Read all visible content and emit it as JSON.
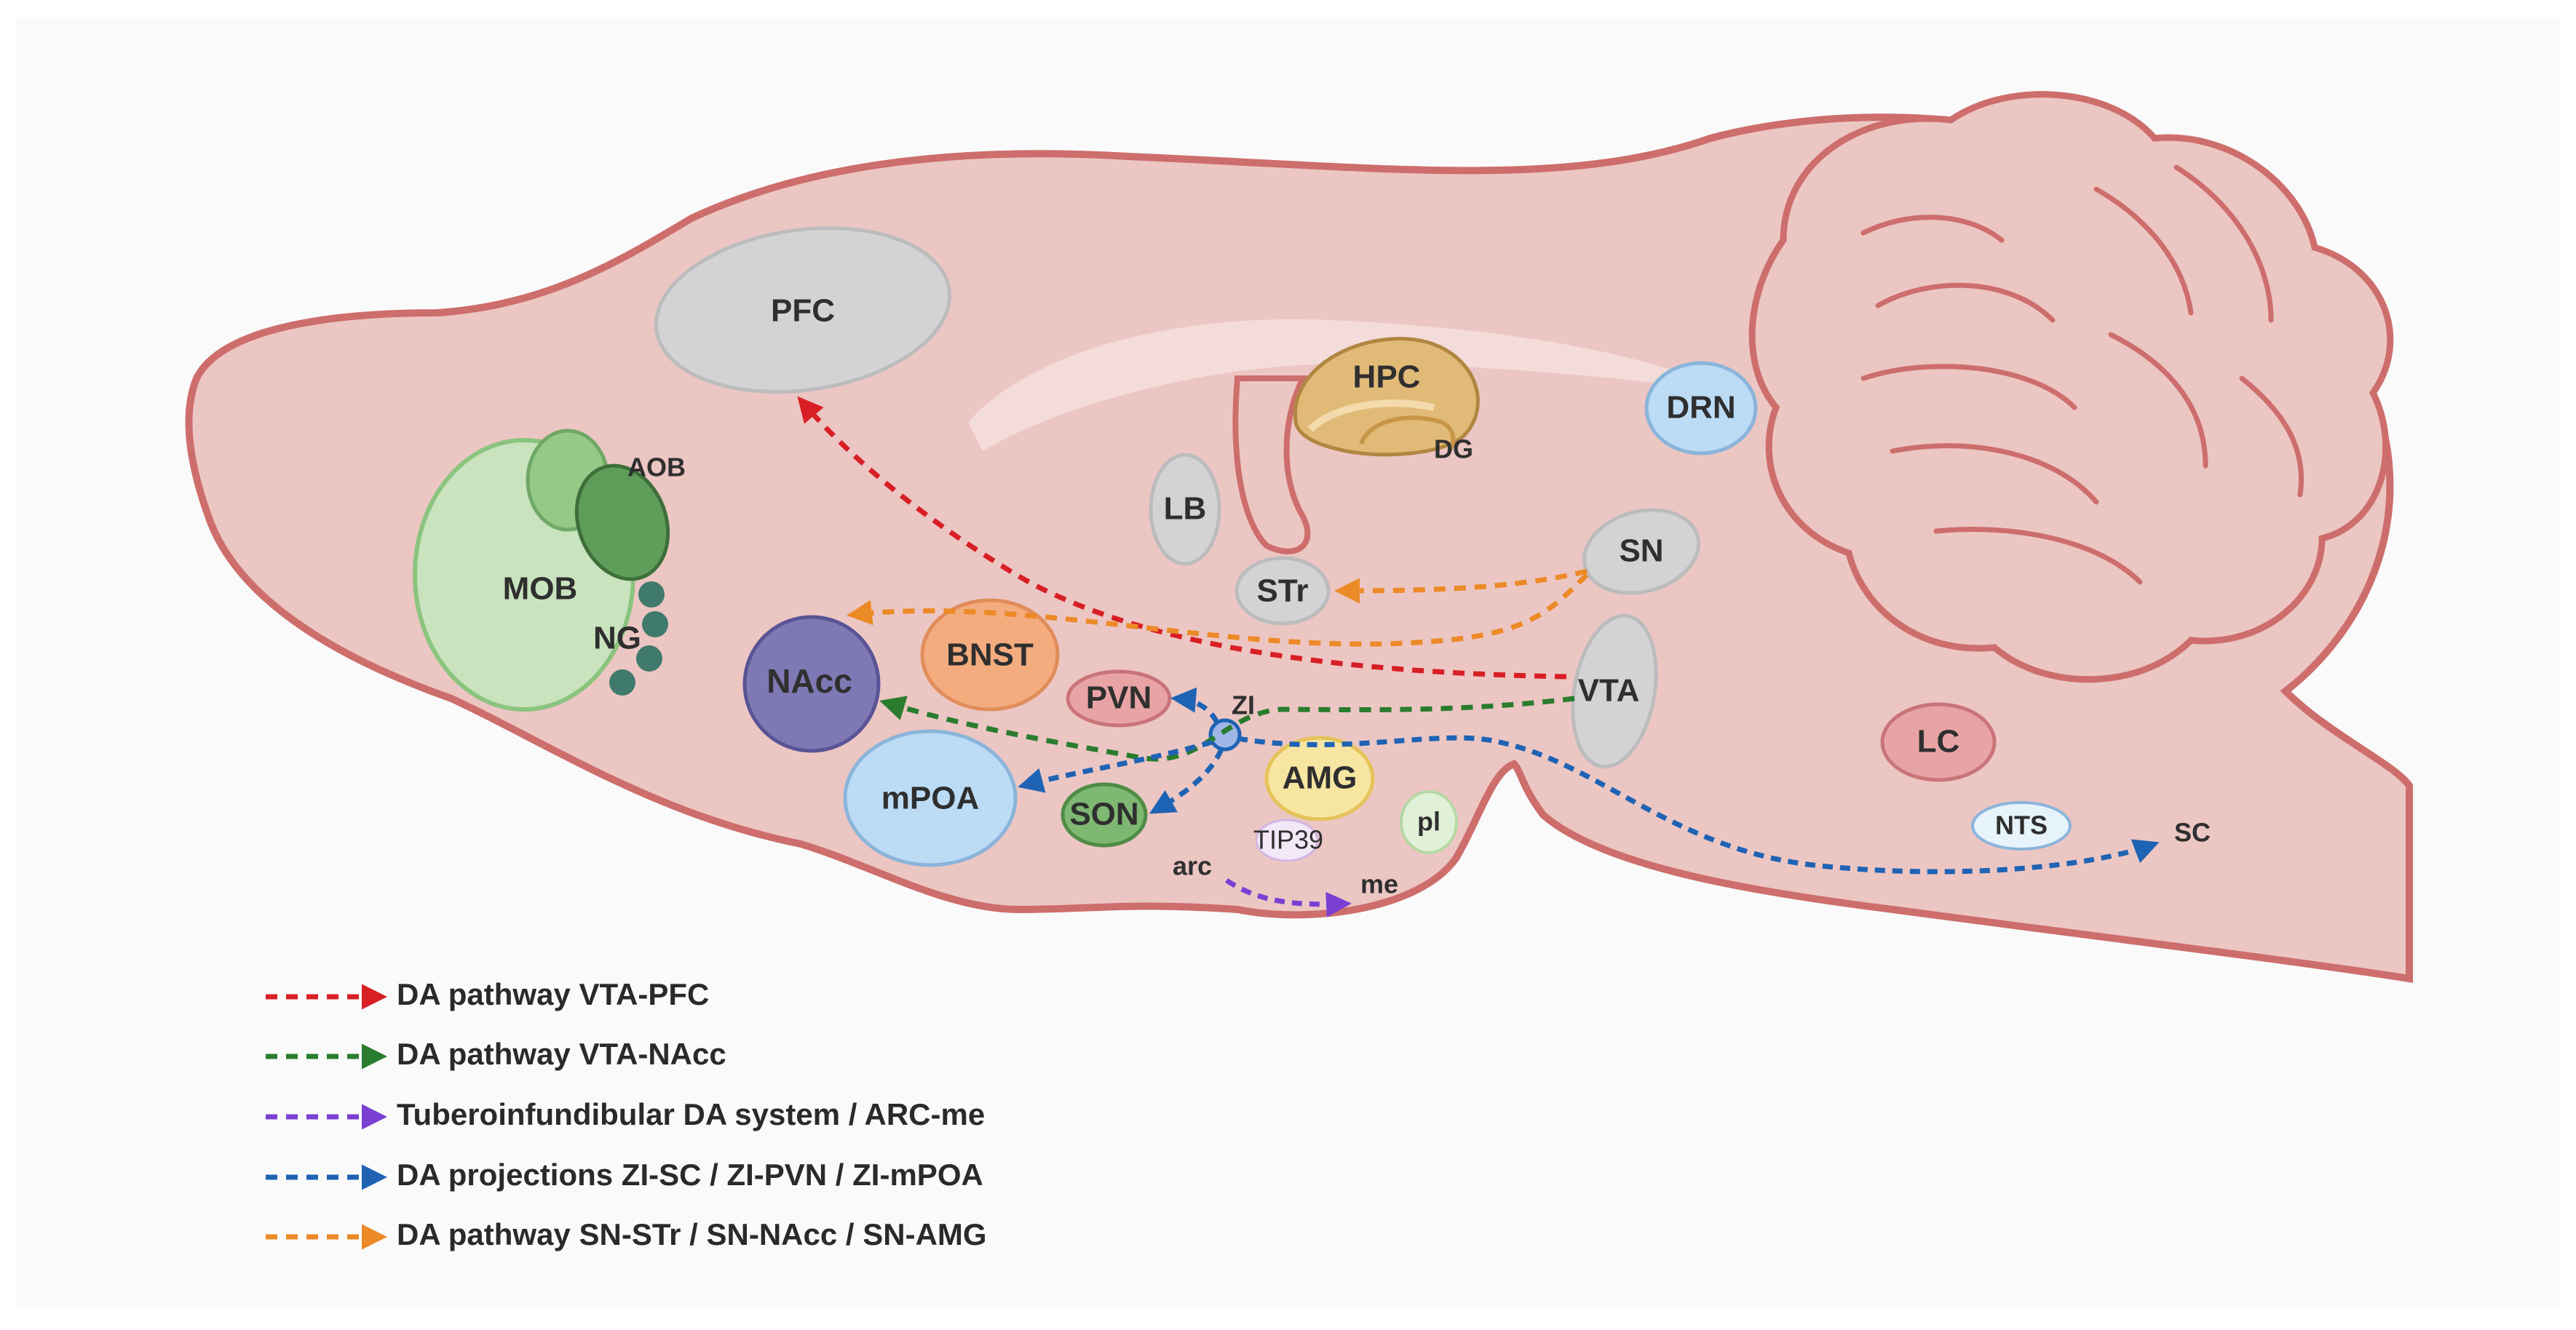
{
  "colors": {
    "brain_fill": "#ecc6c3",
    "brain_stroke": "#cd6e6c",
    "gray_region": "#d3d3d5",
    "gray_stroke": "#bcbcbf",
    "red": "#d81f26",
    "green": "#2a7d2e",
    "purple": "#7b3fd4",
    "blue": "#1f63b5",
    "orange": "#eb8a26"
  },
  "regions": {
    "pfc": "PFC",
    "hpc": "HPC",
    "dg": "DG",
    "drn": "DRN",
    "aob": "AOB",
    "mob": "MOB",
    "ng": "NG",
    "lb": "LB",
    "sn": "SN",
    "str": "STr",
    "nacc": "NAcc",
    "bnst": "BNST",
    "pvn": "PVN",
    "zi": "ZI",
    "vta": "VTA",
    "lc": "LC",
    "mpoa": "mPOA",
    "son": "SON",
    "amg": "AMG",
    "pl": "pl",
    "tip39": "TIP39",
    "nts": "NTS",
    "sc": "SC",
    "arc": "arc",
    "me": "me"
  },
  "legend": [
    {
      "label": "DA pathway VTA-PFC",
      "color": "#d81f26"
    },
    {
      "label": "DA pathway VTA-NAcc",
      "color": "#2a7d2e"
    },
    {
      "label": "Tuberoinfundibular DA system / ARC-me",
      "color": "#7b3fd4"
    },
    {
      "label": "DA projections ZI-SC / ZI-PVN / ZI-mPOA",
      "color": "#1f63b5"
    },
    {
      "label": "DA pathway SN-STr / SN-NAcc / SN-AMG",
      "color": "#eb8a26"
    }
  ]
}
